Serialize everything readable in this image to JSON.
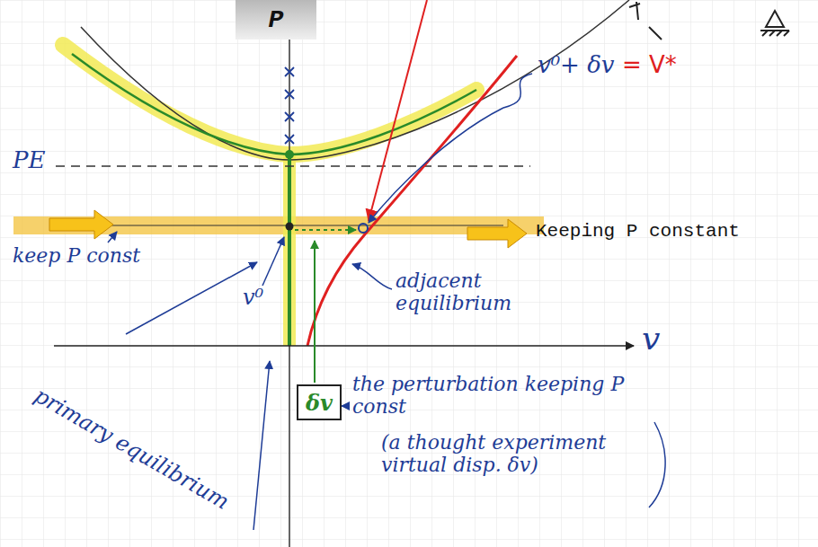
{
  "diagram": {
    "nodes": [
      {
        "text": [
          "P"
        ]
      },
      {
        "text": [
          "δv"
        ]
      }
    ],
    "labels": [
      "PE",
      "v⁰+ δv",
      "= V*",
      "keep P const",
      "Keeping P constant",
      "v⁰",
      "adjacent equilibrium",
      "v",
      "primary equilibrium",
      "the perturbation keeping P const",
      "(a thought experiment virtual disp. δv)"
    ]
  }
}
